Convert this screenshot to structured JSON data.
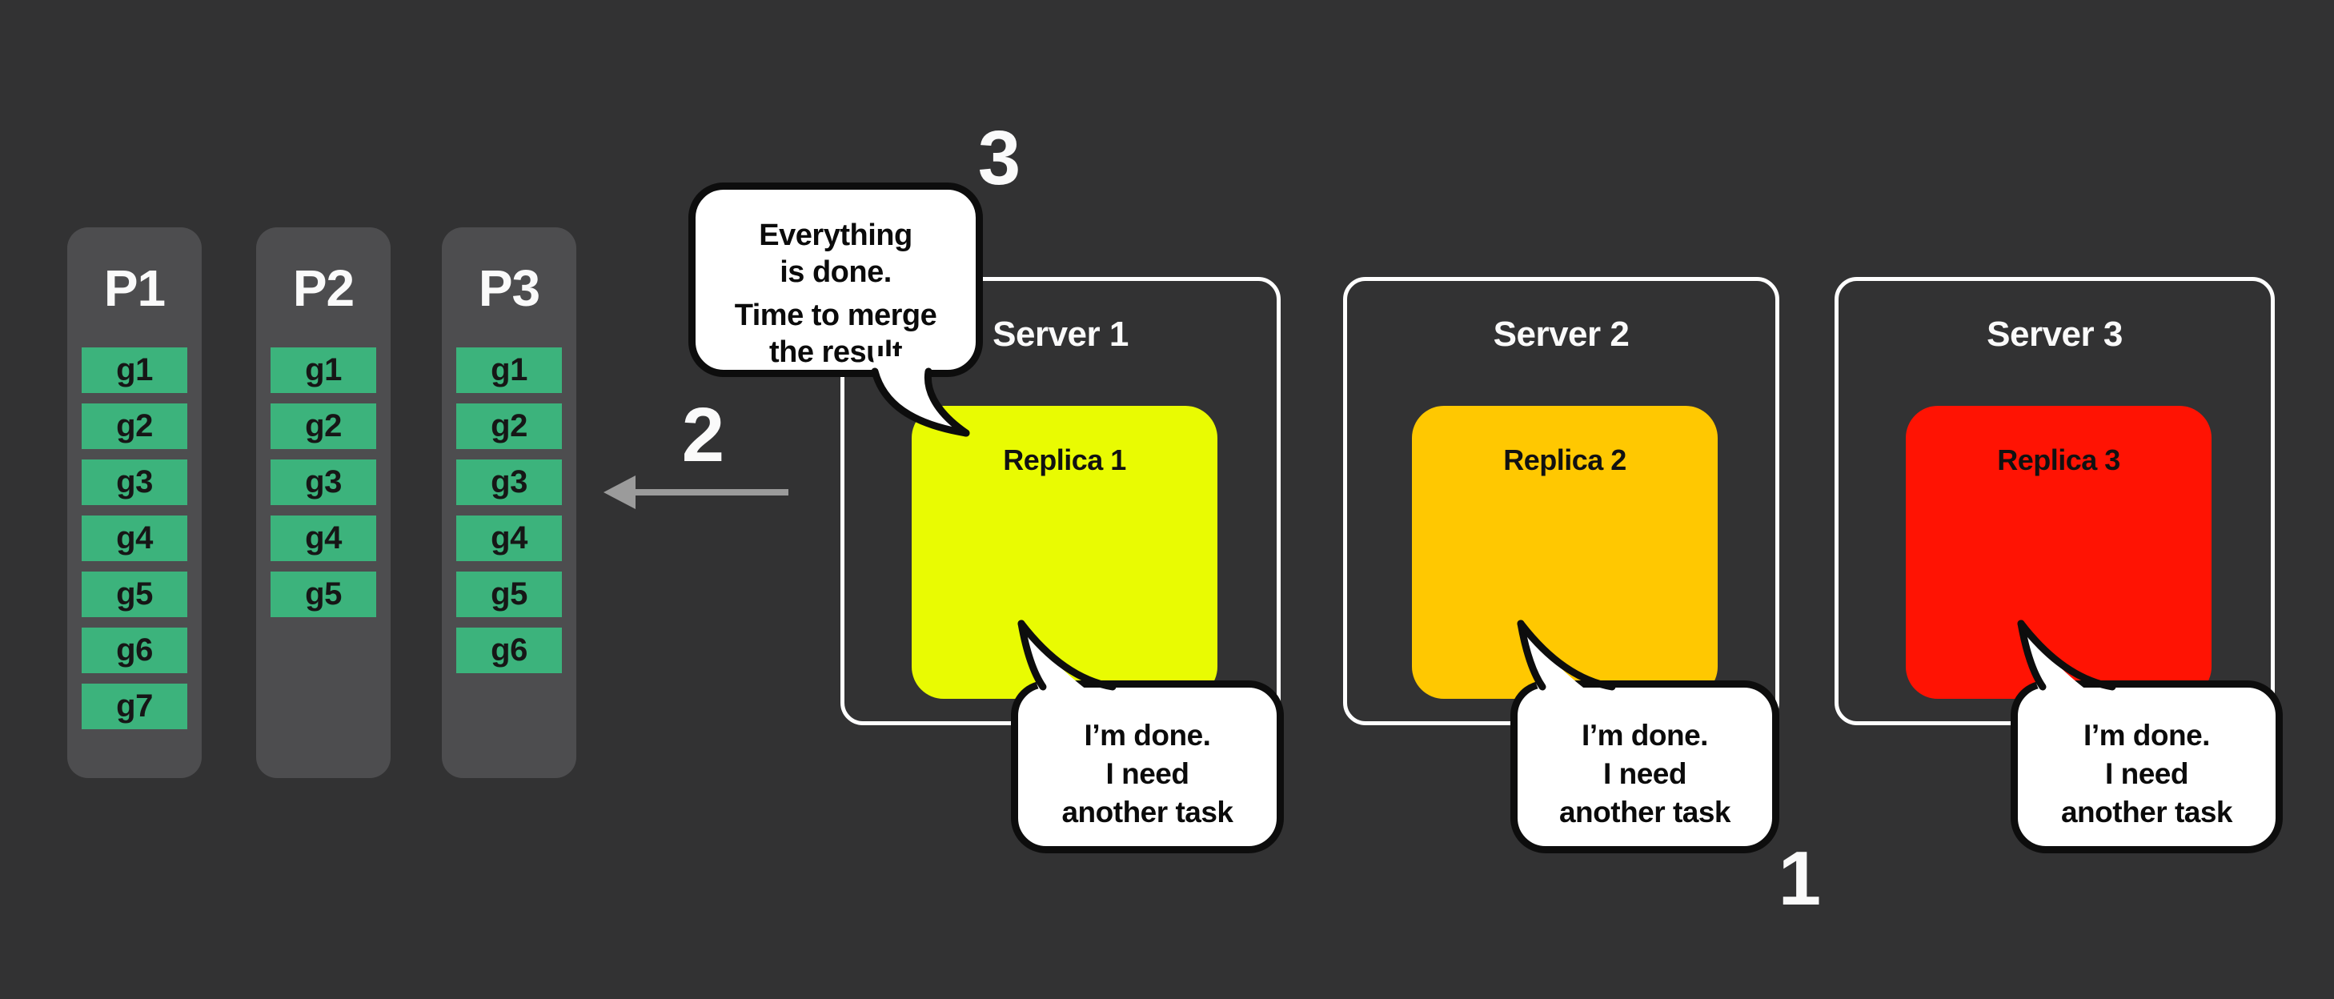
{
  "colors": {
    "background": "#323233",
    "partition_panel": "#4d4d4f",
    "group_block_green": "#3cb37c",
    "server_border": "#ffffff",
    "bubble_border": "#0d0d0d",
    "arrow_gray": "#9b9b9b",
    "replica_1": "#e9fb02",
    "replica_2": "#ffc801",
    "replica_3": "#ff1303"
  },
  "partitions": [
    {
      "label": "P1",
      "groups": [
        "g1",
        "g2",
        "g3",
        "g4",
        "g5",
        "g6",
        "g7"
      ]
    },
    {
      "label": "P2",
      "groups": [
        "g1",
        "g2",
        "g3",
        "g4",
        "g5"
      ]
    },
    {
      "label": "P3",
      "groups": [
        "g1",
        "g2",
        "g3",
        "g4",
        "g5",
        "g6"
      ]
    }
  ],
  "servers": [
    {
      "label": "Server 1",
      "replica": {
        "label": "Replica 1",
        "color": "#e9fb02"
      },
      "bubble": {
        "line1": "I’m done.",
        "line2": "I need",
        "line3": "another task"
      }
    },
    {
      "label": "Server 2",
      "replica": {
        "label": "Replica 2",
        "color": "#ffc801"
      },
      "bubble": {
        "line1": "I’m done.",
        "line2": "I need",
        "line3": "another task"
      }
    },
    {
      "label": "Server 3",
      "replica": {
        "label": "Replica 3",
        "color": "#ff1303"
      },
      "bubble": {
        "line1": "I’m done.",
        "line2": "I need",
        "line3": "another task"
      }
    }
  ],
  "merge_bubble": {
    "line1": "Everything",
    "line2": "is done.",
    "line3": "Time to merge",
    "line4": "the result"
  },
  "steps": {
    "step1": "1",
    "step2": "2",
    "step3": "3"
  }
}
